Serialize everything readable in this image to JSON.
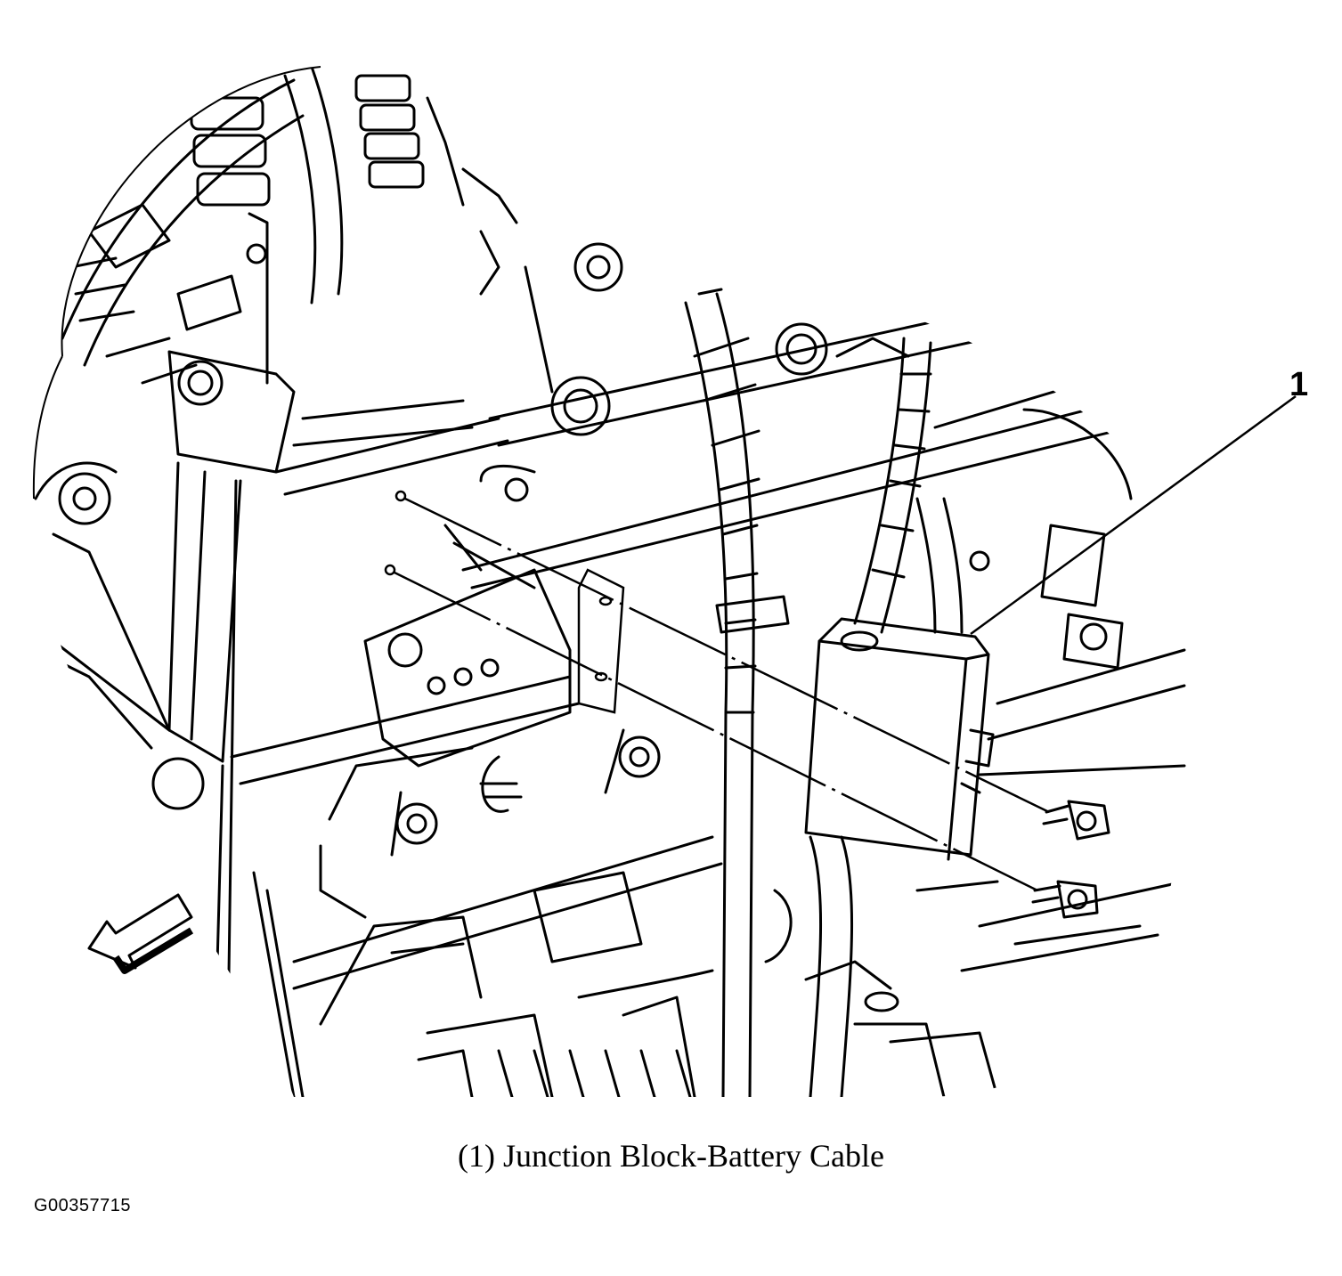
{
  "diagram": {
    "callouts": [
      {
        "number": "1"
      }
    ],
    "caption": "(1) Junction Block-Battery Cable",
    "figure_id": "G00357715"
  },
  "colors": {
    "ink": "#000000",
    "paper": "#ffffff"
  },
  "icons": {
    "direction_arrow": "front-direction-arrow-icon"
  }
}
